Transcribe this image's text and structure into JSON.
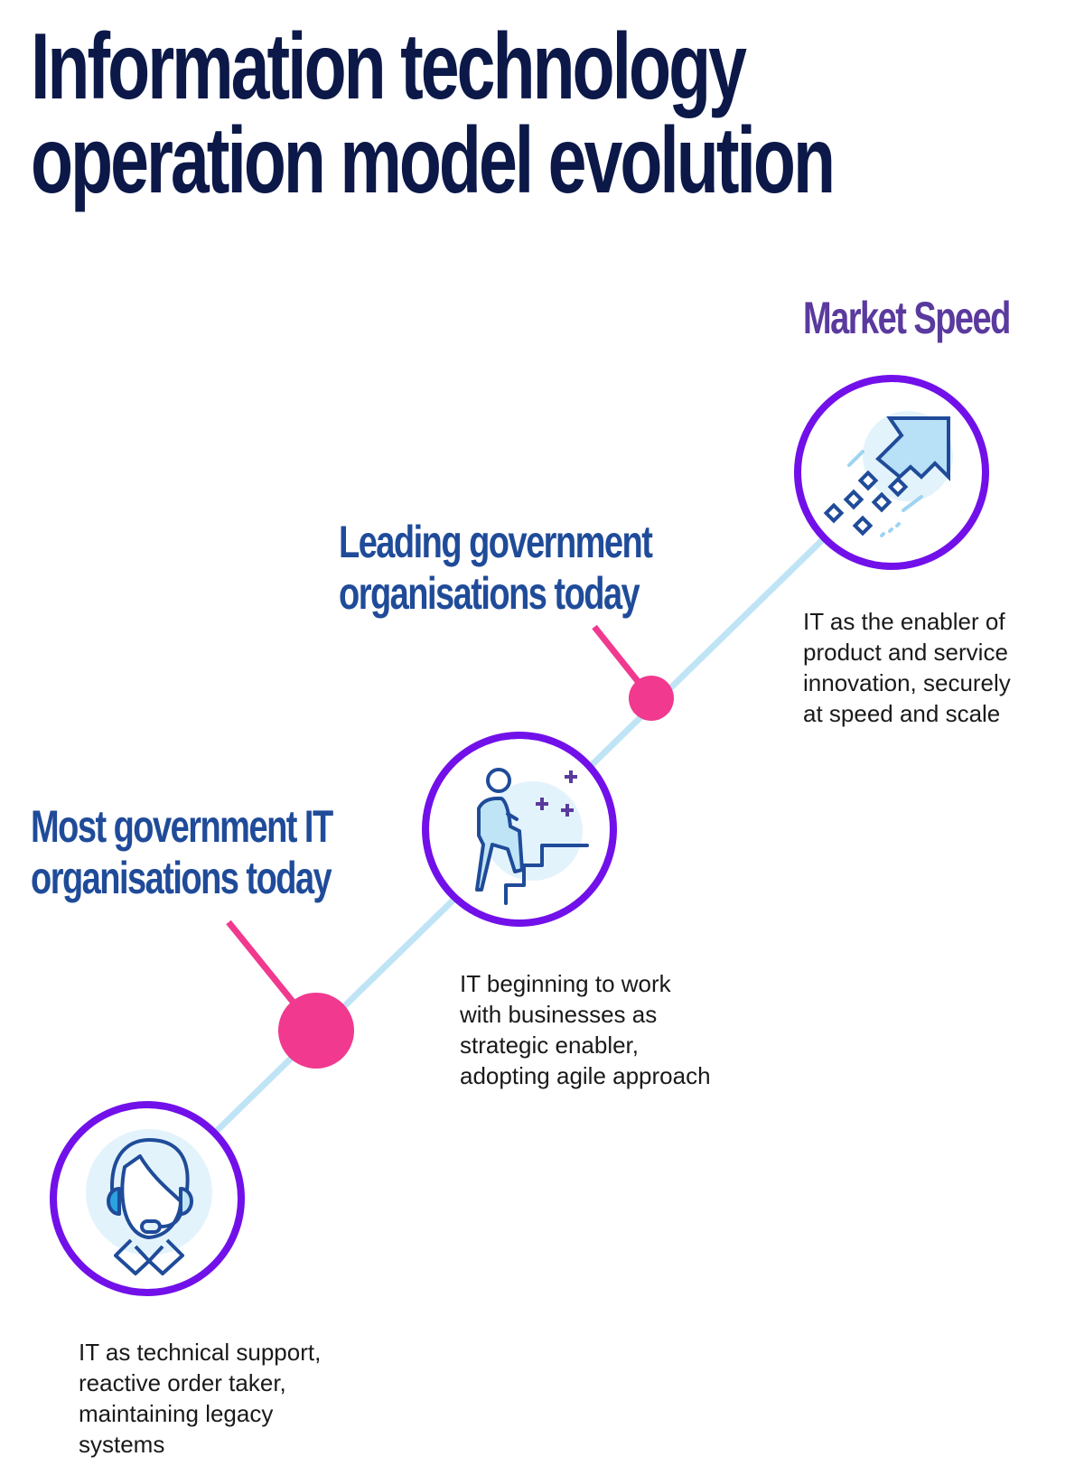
{
  "title": {
    "line1": "Information technology",
    "line2": "operation model evolution"
  },
  "stages": [
    {
      "heading": [
        "Most government IT",
        "organisations today"
      ],
      "description": [
        "IT as technical support,",
        "reactive order taker,",
        "maintaining legacy",
        "systems"
      ],
      "icon": "headset-support-icon"
    },
    {
      "heading": [
        "Leading government",
        "organisations today"
      ],
      "description": [
        "IT beginning to work",
        "with businesses as",
        "strategic enabler,",
        "adopting agile approach"
      ],
      "icon": "person-climbing-stairs-icon"
    },
    {
      "heading": [
        "Market Speed"
      ],
      "description": [
        "IT as the enabler of",
        "product and service",
        "innovation, securely",
        "at speed and scale"
      ],
      "icon": "arrow-up-right-speed-icon"
    }
  ],
  "colors": {
    "title": "#0b1848",
    "ring": "#7210ea",
    "line": "#bfe4f6",
    "marker": "#f0398f",
    "icon": "#1f4b99",
    "heading_blue": "#1f4b99",
    "heading_purple": "#5a3a9e"
  }
}
